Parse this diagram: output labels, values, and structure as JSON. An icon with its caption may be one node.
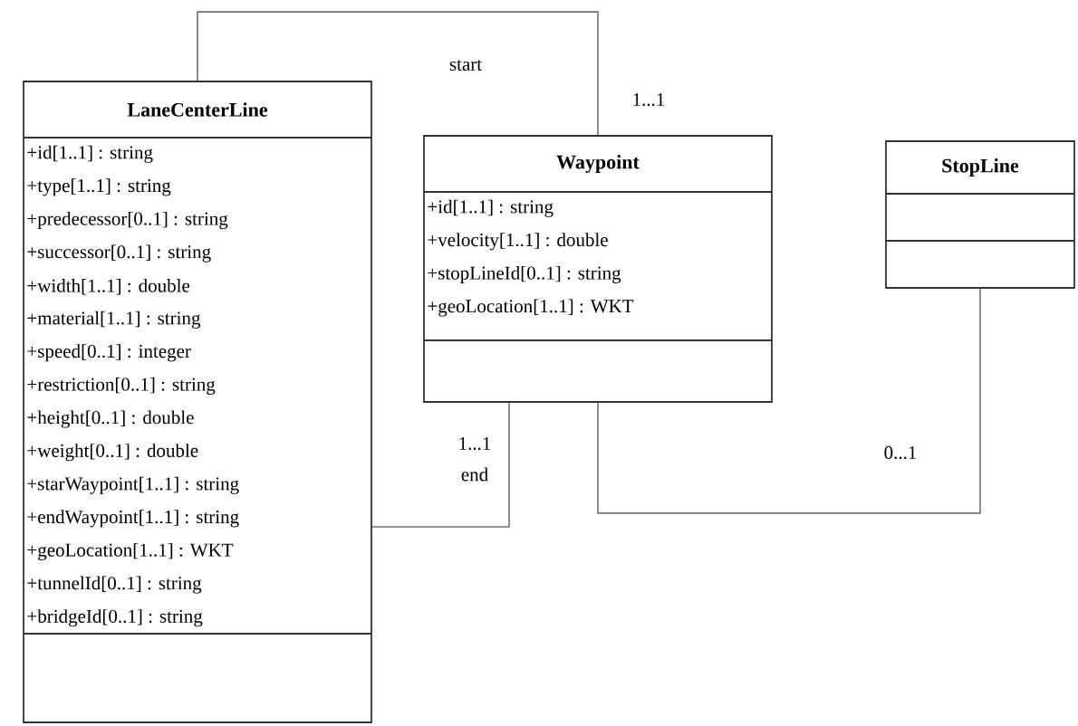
{
  "diagram": {
    "nodes": [
      {
        "text": [
          "LaneCenterLine",
          "+id[1..1] : string",
          "+type[1..1] : string",
          "+predecessor[0..1] : string",
          "+successor[0..1] : string",
          "+width[1..1] : double",
          "+material[1..1] : string",
          "+speed[0..1] : integer",
          "+restriction[0..1] : string",
          "+height[0..1] : double",
          "+weight[0..1] : double",
          "+starWaypoint[1..1] : string",
          "+endWaypoint[1..1] : string",
          "+geoLocation[1..1] : WKT",
          "+tunnelId[0..1] : string",
          "+bridgeId[0..1] : string"
        ]
      },
      {
        "text": [
          "Waypoint",
          "+id[1..1] : string",
          "+velocity[1..1] : double",
          "+stopLineId[0..1] : string",
          "+geoLocation[1..1] : WKT"
        ]
      },
      {
        "text": [
          "StopLine"
        ]
      }
    ],
    "edges": [
      {
        "from": 0,
        "to": 1,
        "arrow": "none"
      },
      {
        "from": 0,
        "to": 1,
        "arrow": "none"
      },
      {
        "from": 1,
        "to": 2,
        "arrow": "none"
      }
    ],
    "labels": [
      "start",
      "1...1",
      "1...1",
      "end",
      "0...1"
    ]
  }
}
